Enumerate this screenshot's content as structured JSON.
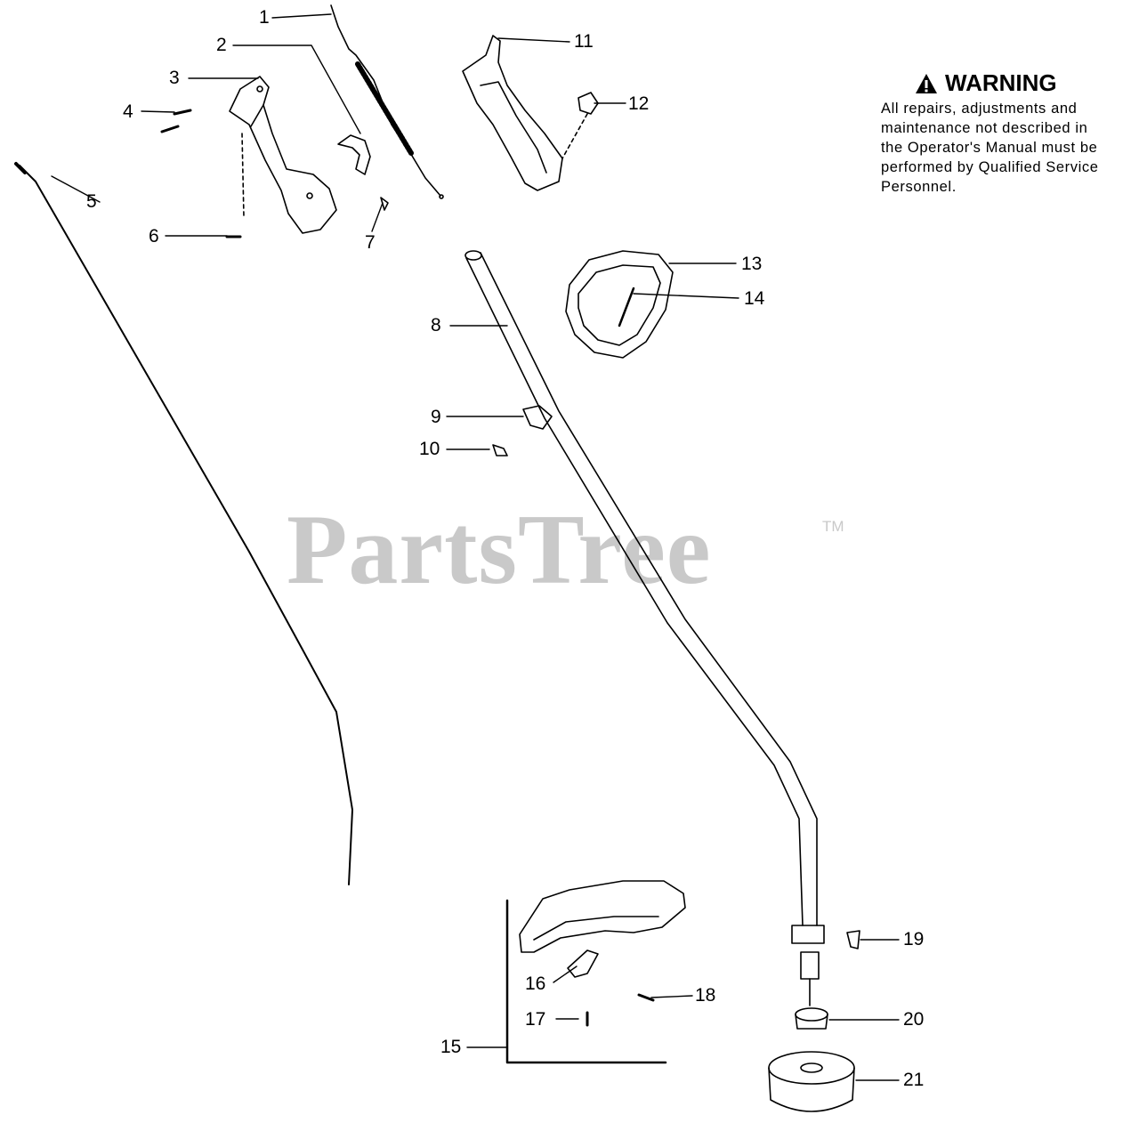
{
  "warning": {
    "heading": "WARNING",
    "lines": [
      "All repairs, adjustments and",
      "maintenance not described in",
      "the Operator's Manual must be",
      "performed by Qualified Service",
      "Personnel."
    ]
  },
  "watermark": {
    "text": "PartsTree",
    "tm": "TM"
  },
  "callouts": {
    "c1": "1",
    "c2": "2",
    "c3": "3",
    "c4": "4",
    "c5": "5",
    "c6": "6",
    "c7": "7",
    "c8": "8",
    "c9": "9",
    "c10": "10",
    "c11": "11",
    "c12": "12",
    "c13": "13",
    "c14": "14",
    "c15": "15",
    "c16": "16",
    "c17": "17",
    "c18": "18",
    "c19": "19",
    "c20": "20",
    "c21": "21"
  },
  "icons": {
    "warning": "warning-triangle-icon"
  }
}
